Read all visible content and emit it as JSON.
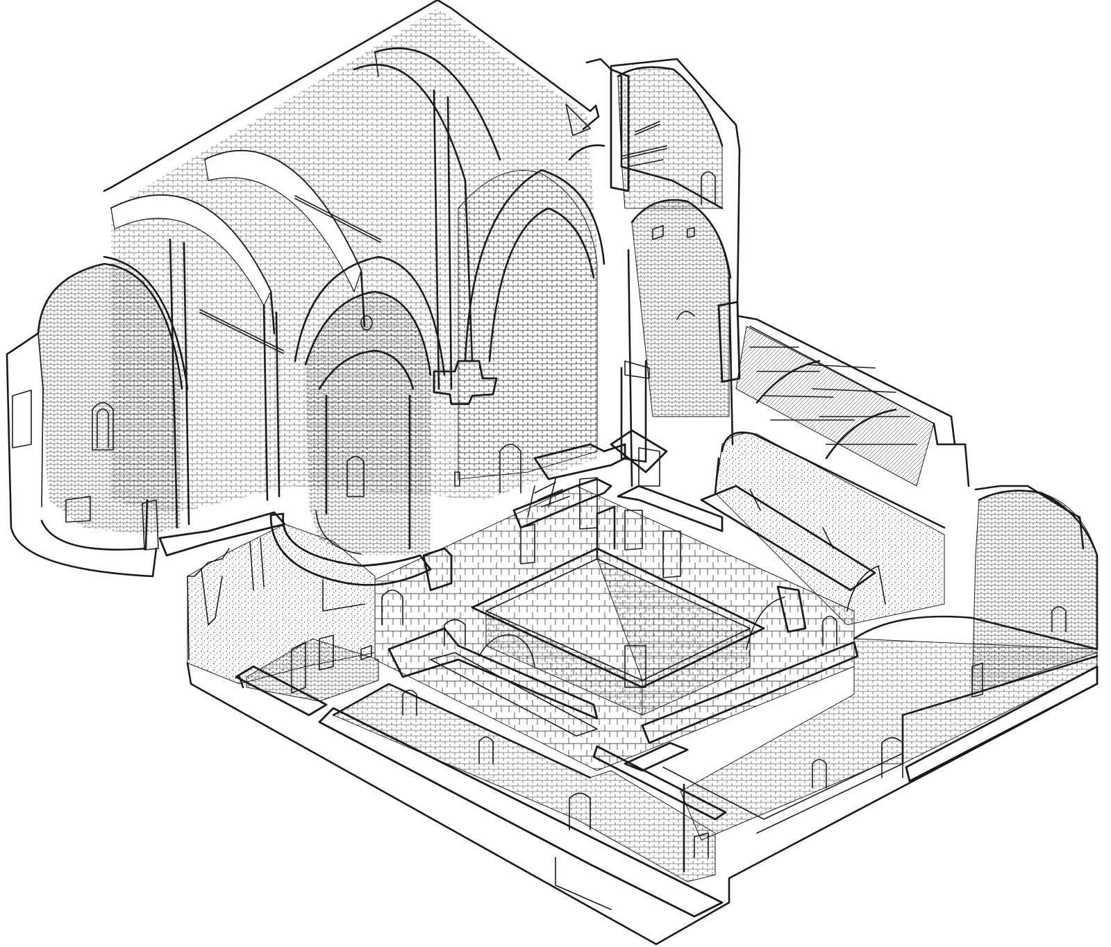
{
  "style": {
    "ink": "#1a1a1a",
    "paper": "#ffffff",
    "cut_fill": "#ffffff",
    "masonry_pattern": "brick-hatch",
    "stone_pattern": "stipple"
  },
  "parts": {
    "church": "church-nave-cutaway",
    "apse_left": "semicircular-apse-north",
    "apse_center": "semicircular-apse-central",
    "vault": "barrel-vault",
    "tower": "bell-tower-section",
    "roof_beams": "timber-roof-structure",
    "cloister": "cloister-courtyard",
    "range_west": "west-range-ruin",
    "range_south": "south-range-vaulted-hall",
    "range_east": "east-range-hall",
    "hall_vaulted_east": "east-vaulted-hall"
  }
}
